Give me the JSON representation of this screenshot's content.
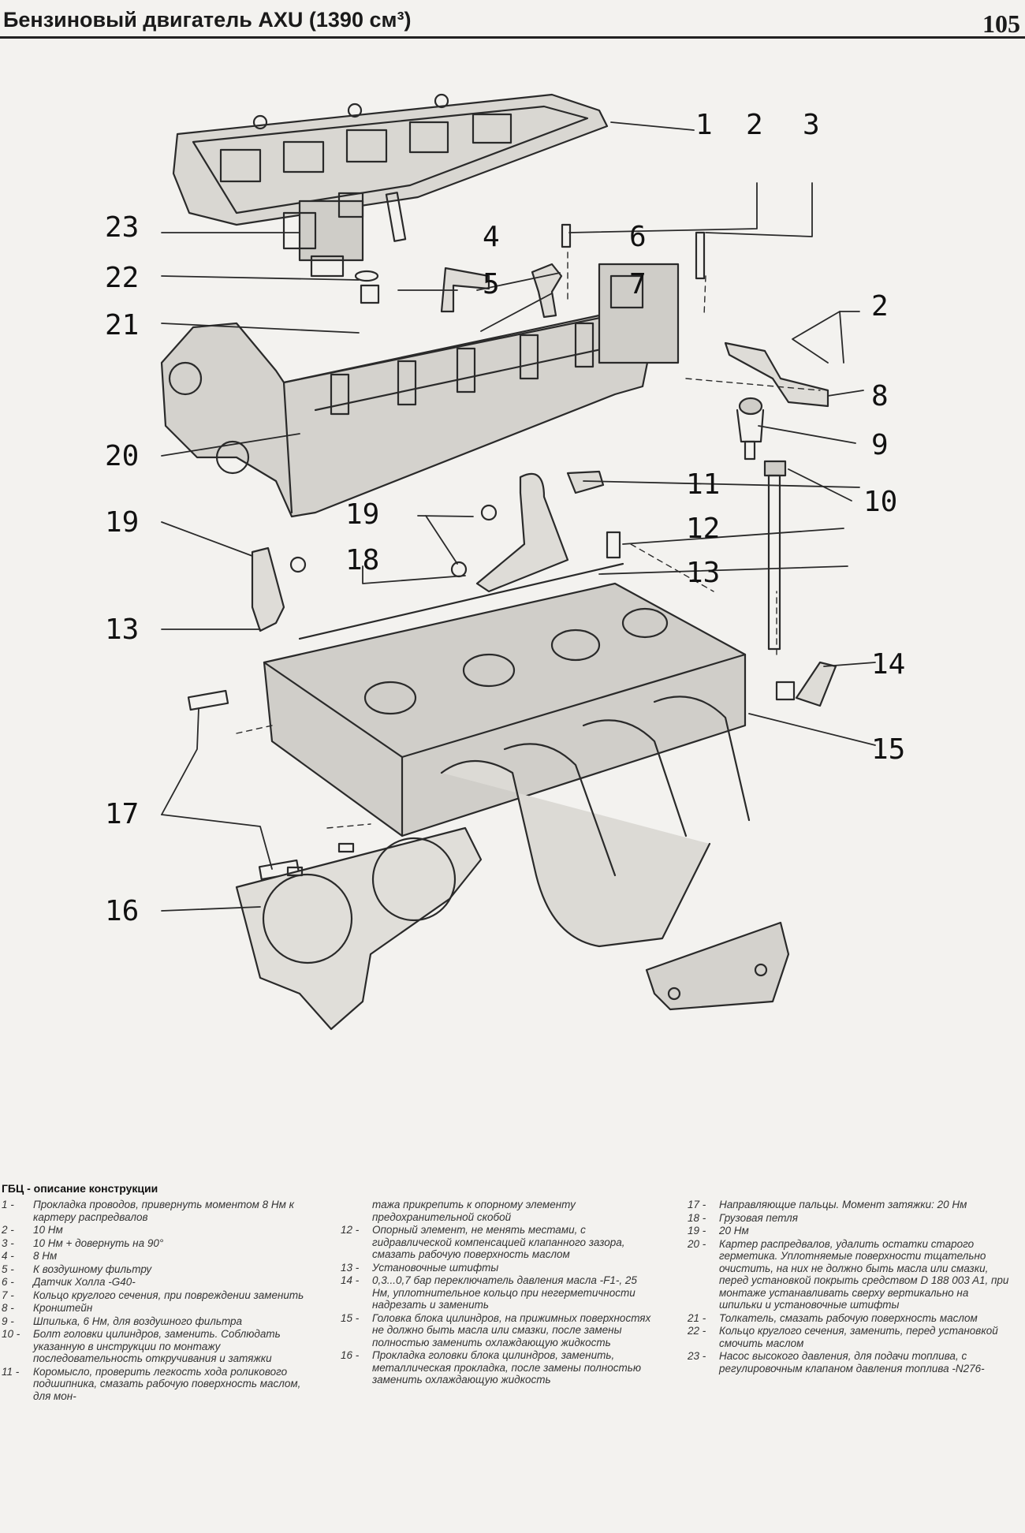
{
  "header": {
    "title": "Бензиновый двигатель AXU (1390 см³)",
    "page_number": "105"
  },
  "figure": {
    "callouts": {
      "c1": "1",
      "c2a": "2",
      "c3": "3",
      "c23": "23",
      "c4": "4",
      "c6": "6",
      "c22": "22",
      "c5": "5",
      "c7": "7",
      "c21": "21",
      "c2b": "2",
      "c8": "8",
      "c20": "20",
      "c9": "9",
      "c11": "11",
      "c10": "10",
      "c19a": "19",
      "c19b": "19",
      "c12": "12",
      "c18": "18",
      "c13a": "13",
      "c13b": "13",
      "c14": "14",
      "c15": "15",
      "c17": "17",
      "c16": "16"
    }
  },
  "legend": {
    "heading": "ГБЦ - описание конструкции",
    "col1": [
      {
        "n": "1 -",
        "t": "Прокладка проводов, привернуть моментом 8 Нм к картеру распредвалов"
      },
      {
        "n": "2 -",
        "t": "10 Нм"
      },
      {
        "n": "3 -",
        "t": "10 Нм + довернуть на 90°"
      },
      {
        "n": "4 -",
        "t": "8 Нм"
      },
      {
        "n": "5 -",
        "t": "К воздушному фильтру"
      },
      {
        "n": "6 -",
        "t": "Датчик Холла -G40-"
      },
      {
        "n": "7 -",
        "t": "Кольцо круглого сечения, при повреждении заменить"
      },
      {
        "n": "8 -",
        "t": "Кронштейн"
      },
      {
        "n": "9 -",
        "t": "Шпилька, 6 Нм, для воздушного фильтра"
      },
      {
        "n": "10 -",
        "t": "Болт головки цилиндров, заменить. Соблюдать указанную в инструкции по монтажу последовательность откручивания и затяжки"
      },
      {
        "n": "11 -",
        "t": "Коромысло, проверить легкость хода роликового подшипника, смазать рабочую поверхность маслом, для мон-"
      }
    ],
    "col2": [
      {
        "n": "",
        "t": "тажа прикрепить к опорному элементу предохранительной скобой"
      },
      {
        "n": "12 -",
        "t": "Опорный элемент, не менять местами, с гидравлической компенсацией клапанного зазора, смазать рабочую поверхность маслом"
      },
      {
        "n": "13 -",
        "t": "Установочные штифты"
      },
      {
        "n": "14 -",
        "t": "0,3...0,7 бар переключатель давления масла -F1-, 25 Нм, уплотнительное кольцо при негерметичности надрезать и заменить"
      },
      {
        "n": "15 -",
        "t": "Головка блока цилиндров, на прижимных поверхностях не должно быть масла или смазки, после замены полностью заменить охлаждающую жидкость"
      },
      {
        "n": "16 -",
        "t": "Прокладка головки блока цилиндров, заменить, металлическая прокладка, после замены полностью заменить охлаждающую жидкость"
      }
    ],
    "col3": [
      {
        "n": "17 -",
        "t": "Направляющие пальцы. Момент затяжки: 20 Нм"
      },
      {
        "n": "18 -",
        "t": "Грузовая петля"
      },
      {
        "n": "19 -",
        "t": "20 Нм"
      },
      {
        "n": "20 -",
        "t": "Картер распредвалов, удалить остатки старого герметика. Уплотняемые поверхности тщательно очистить, на них не должно быть масла или смазки, перед установкой покрыть средством D 188 003 A1, при монтаже устанавливать сверху вертикально на шпильки и установочные штифты"
      },
      {
        "n": "21 -",
        "t": "Толкатель, смазать рабочую поверхность маслом"
      },
      {
        "n": "22 -",
        "t": "Кольцо круглого сечения, заменить, перед установкой смочить маслом"
      },
      {
        "n": "23 -",
        "t": "Насос высокого давления, для подачи топлива, с регулировочным клапаном давления топлива -N276-"
      }
    ]
  }
}
